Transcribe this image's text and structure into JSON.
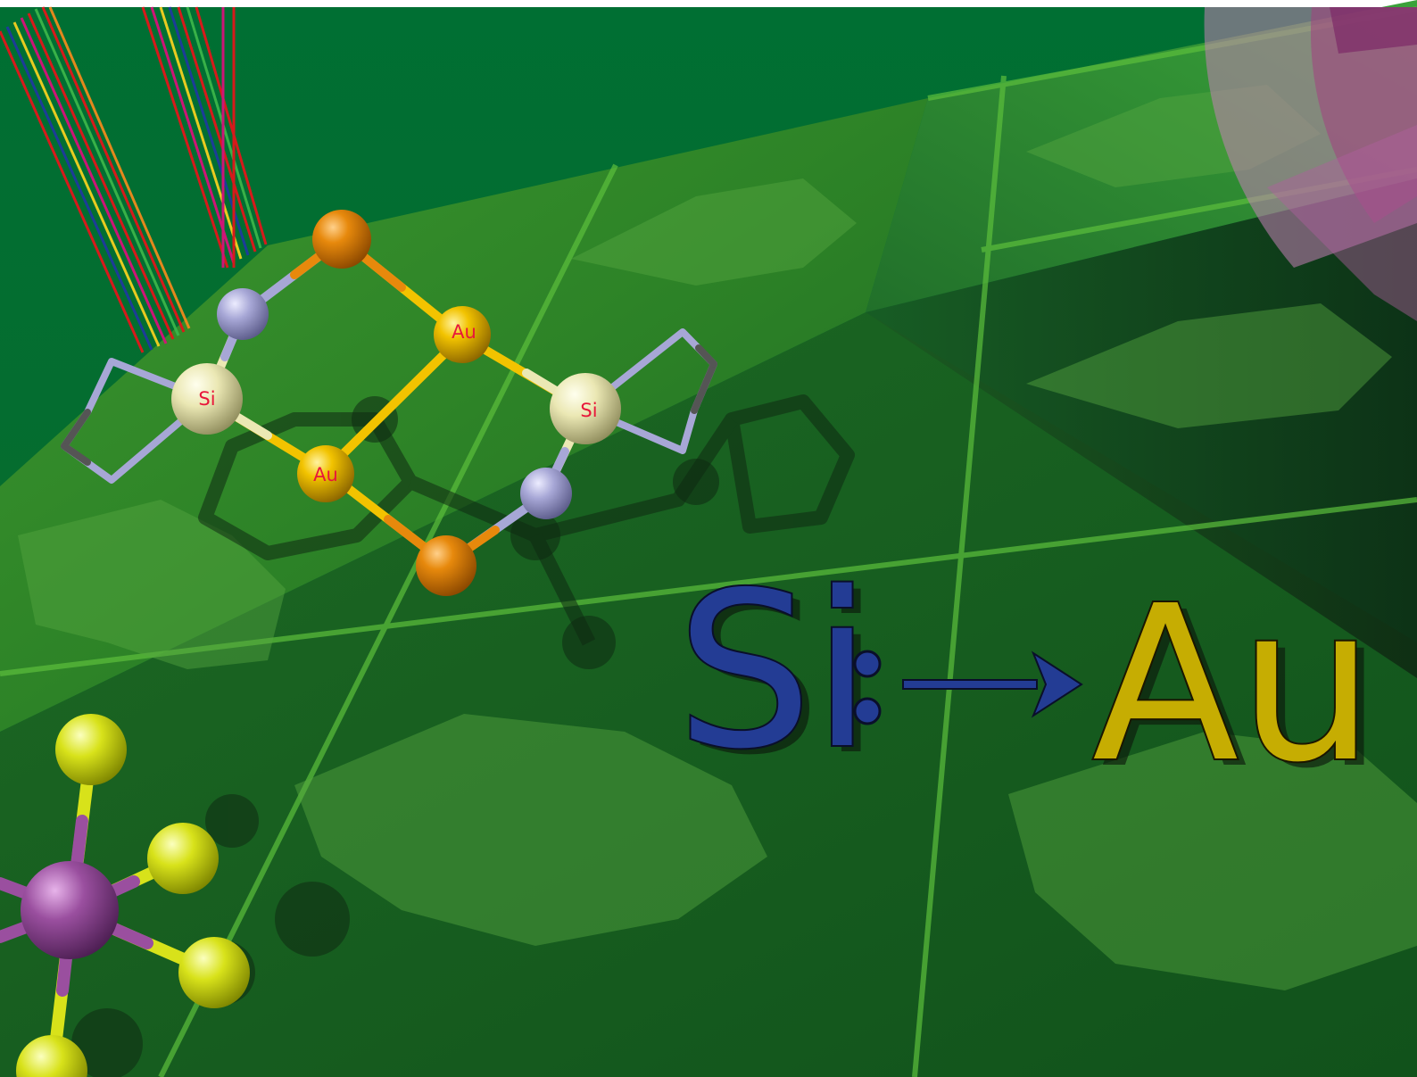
{
  "molecule": {
    "atoms": {
      "si_left": "Si",
      "si_right": "Si",
      "au_top": "Au",
      "au_bottom": "Au"
    }
  },
  "title": {
    "left": "Si",
    "colon": ":",
    "right": "Au"
  },
  "colors": {
    "background": "#0d6b2a",
    "gold_atom": "#f2c300",
    "phosphorus_atom": "#e7890c",
    "nitrogen_atom": "#a7a7d6",
    "silicon_atom": "#ebe8b4",
    "carbon": "#555555",
    "fluorine_atom": "#d8e21a",
    "central_atom": "#9a4f9f",
    "label_red": "#e8173a",
    "title_blue": "#233c94",
    "title_gold": "#c6ad02",
    "arc_pink": "#c47fb7"
  }
}
